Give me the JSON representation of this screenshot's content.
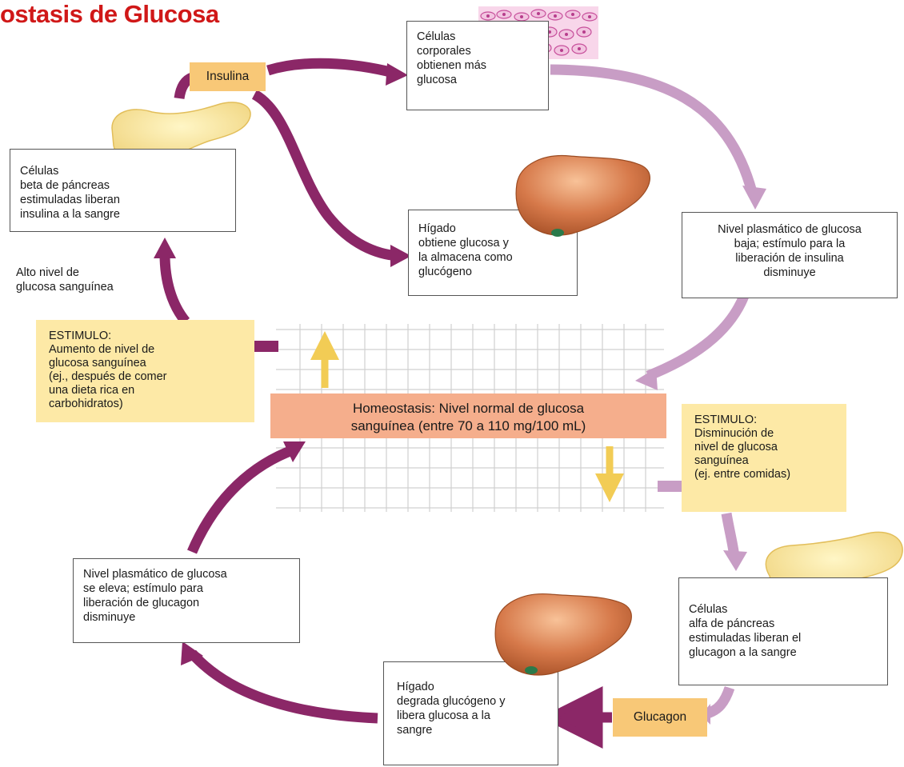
{
  "title": "ostasis de Glucosa",
  "colors": {
    "title": "#d01818",
    "arrow_dark": "#8b2767",
    "arrow_light": "#c89dc5",
    "stimulus_fill": "#fde9a6",
    "hormone_fill": "#f8c877",
    "homeostasis_fill": "#f5ae8c",
    "grid_line": "#d0d0d0",
    "yellow_arrow": "#f2cc55",
    "liver": "#c96838",
    "pancreas": "#f7e089"
  },
  "hormones": {
    "insulin": "Insulina",
    "glucagon": "Glucagon"
  },
  "boxes": {
    "body_cells": "Células\ncorporales\nobtienen más\nglucosa",
    "beta_cells": "Células\nbeta de páncreas\nestimuladas liberan\ninsulina a la sangre",
    "liver_store": "Hígado\nobtiene glucosa y\nla almacena como\nglucógeno",
    "plasma_drop": "Nivel plasmático de glucosa\nbaja; estímulo para la\nliberación de insulina\ndisminuye",
    "plasma_rise": "Nivel plasmático de glucosa\nse eleva; estímulo para\nliberación de  glucagon\ndisminuye",
    "alpha_cells": "Células\nalfa de páncreas\nestimuladas liberan el\nglucagon a la sangre",
    "liver_release": "Hígado\ndegrada glucógeno y\nlibera glucosa a la\nsangre"
  },
  "labels": {
    "high_glucose": "Alto nivel de\nglucosa sanguínea"
  },
  "stimuli": {
    "increase": "ESTIMULO:\nAumento de nivel de\nglucosa sanguínea\n(ej., después de comer\nuna dieta rica en\ncarbohidratos)",
    "decrease": "ESTIMULO:\nDisminución de\nnivel de glucosa\nsanguínea\n(ej. entre comidas)"
  },
  "homeostasis": "Homeostasis: Nivel normal de glucosa\nsanguínea (entre 70 a 110 mg/100 mL)",
  "icons": [
    "cells-tissue-icon",
    "pancreas-icon",
    "liver-icon"
  ]
}
